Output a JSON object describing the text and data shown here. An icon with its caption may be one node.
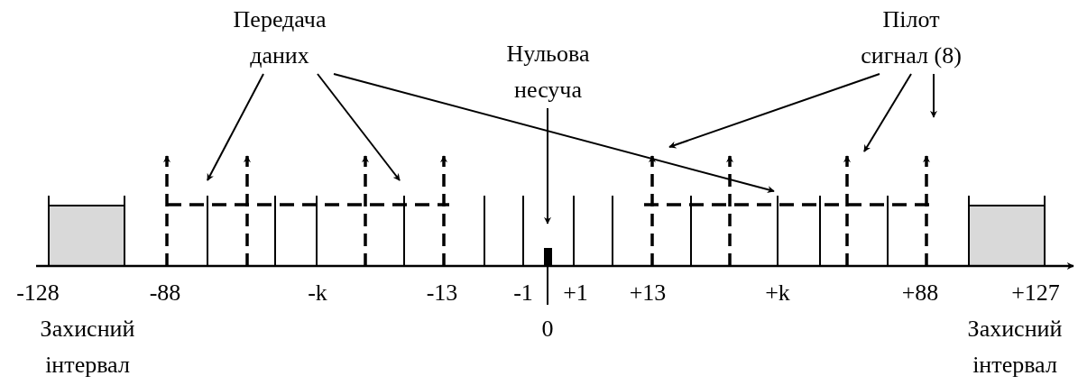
{
  "diagram": {
    "nodes": [
      {
        "text": [
          "Передача даних"
        ]
      },
      {
        "text": [
          "Нульова несуча"
        ]
      },
      {
        "text": [
          "Пілот сигнал (8)"
        ]
      }
    ],
    "edges": [
      {
        "from": 0,
        "to": null,
        "arrow": "to"
      },
      {
        "from": 0,
        "to": null,
        "arrow": "to"
      },
      {
        "from": 0,
        "to": null,
        "arrow": "to"
      },
      {
        "from": 1,
        "to": null,
        "arrow": "to"
      },
      {
        "from": 2,
        "to": null,
        "arrow": "to"
      },
      {
        "from": 2,
        "to": null,
        "arrow": "to"
      },
      {
        "from": 2,
        "to": null,
        "arrow": "to"
      }
    ],
    "labels": [
      "-128",
      "-88",
      "-k",
      "-13",
      "-1",
      "+1",
      "+13",
      "+k",
      "+88",
      "+127",
      "Захисний інтервал",
      "0",
      "Захисний інтервал"
    ]
  }
}
